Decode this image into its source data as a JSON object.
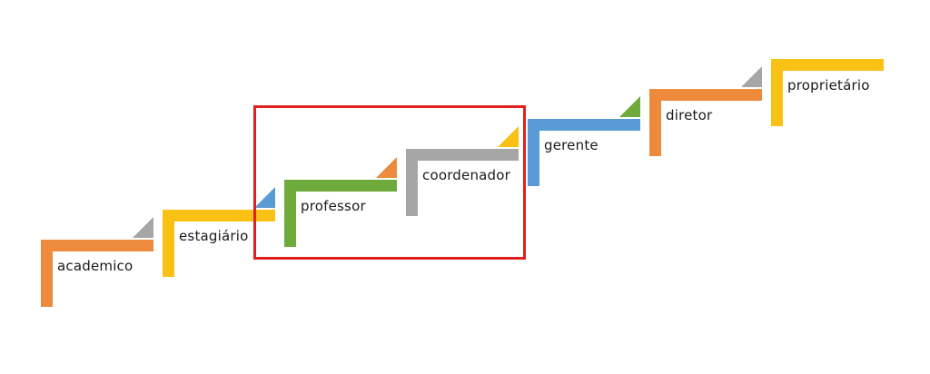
{
  "colors": {
    "orange": "#ee8a3c",
    "yellow": "#f9c114",
    "blue": "#5b9bd5",
    "green": "#6faa3c",
    "gray": "#a6a6a6",
    "highlight": "#e0201f"
  },
  "steps": [
    {
      "id": "academico",
      "label": "academico",
      "color": "orange",
      "marker_color": "gray"
    },
    {
      "id": "estagiario",
      "label": "estagiário",
      "color": "yellow",
      "marker_color": "blue"
    },
    {
      "id": "professor",
      "label": "professor",
      "color": "green",
      "marker_color": "orange"
    },
    {
      "id": "coordenador",
      "label": "coordenador",
      "color": "gray",
      "marker_color": "yellow"
    },
    {
      "id": "gerente",
      "label": "gerente",
      "color": "blue",
      "marker_color": "green"
    },
    {
      "id": "diretor",
      "label": "diretor",
      "color": "orange",
      "marker_color": "gray"
    },
    {
      "id": "proprietario",
      "label": "proprietário",
      "color": "yellow",
      "marker_color": null
    }
  ],
  "highlight": {
    "covers": [
      "professor",
      "coordenador"
    ]
  }
}
